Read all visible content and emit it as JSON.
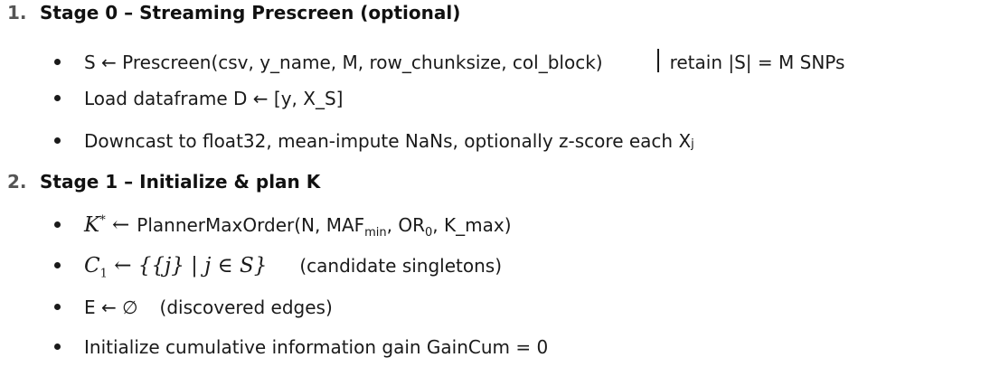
{
  "stages": [
    {
      "number": "1.",
      "title": "Stage 0 – Streaming Prescreen (optional)",
      "items": [
        {
          "text": "S ← Prescreen(csv, y_name, M, row_chunksize, col_block)",
          "aside": "retain |S| = M SNPs"
        },
        {
          "text": "Load dataframe D ← [y, X_S]"
        },
        {
          "text": "Downcast to float32, mean-impute NaNs, optionally z-score each X",
          "sub": "j"
        }
      ]
    },
    {
      "number": "2.",
      "title": "Stage 1 – Initialize & plan K",
      "items": [
        {
          "math_lhs": "K",
          "math_sup": "*",
          "math_arrow": "←",
          "func": "PlannerMaxOrder(N, MAF",
          "func_sub": "min",
          "func_mid": ", OR",
          "func_sub2": "0",
          "func_end": ", K_max)"
        },
        {
          "math_lhs": "C",
          "math_sub": "1",
          "math_arrow": "←",
          "math_set": "{{j} | j ∈ S}",
          "note": "(candidate singletons)"
        },
        {
          "text": "E ← ∅",
          "note": "(discovered edges)"
        },
        {
          "text": "Initialize cumulative information gain GainCum = 0"
        }
      ]
    }
  ]
}
